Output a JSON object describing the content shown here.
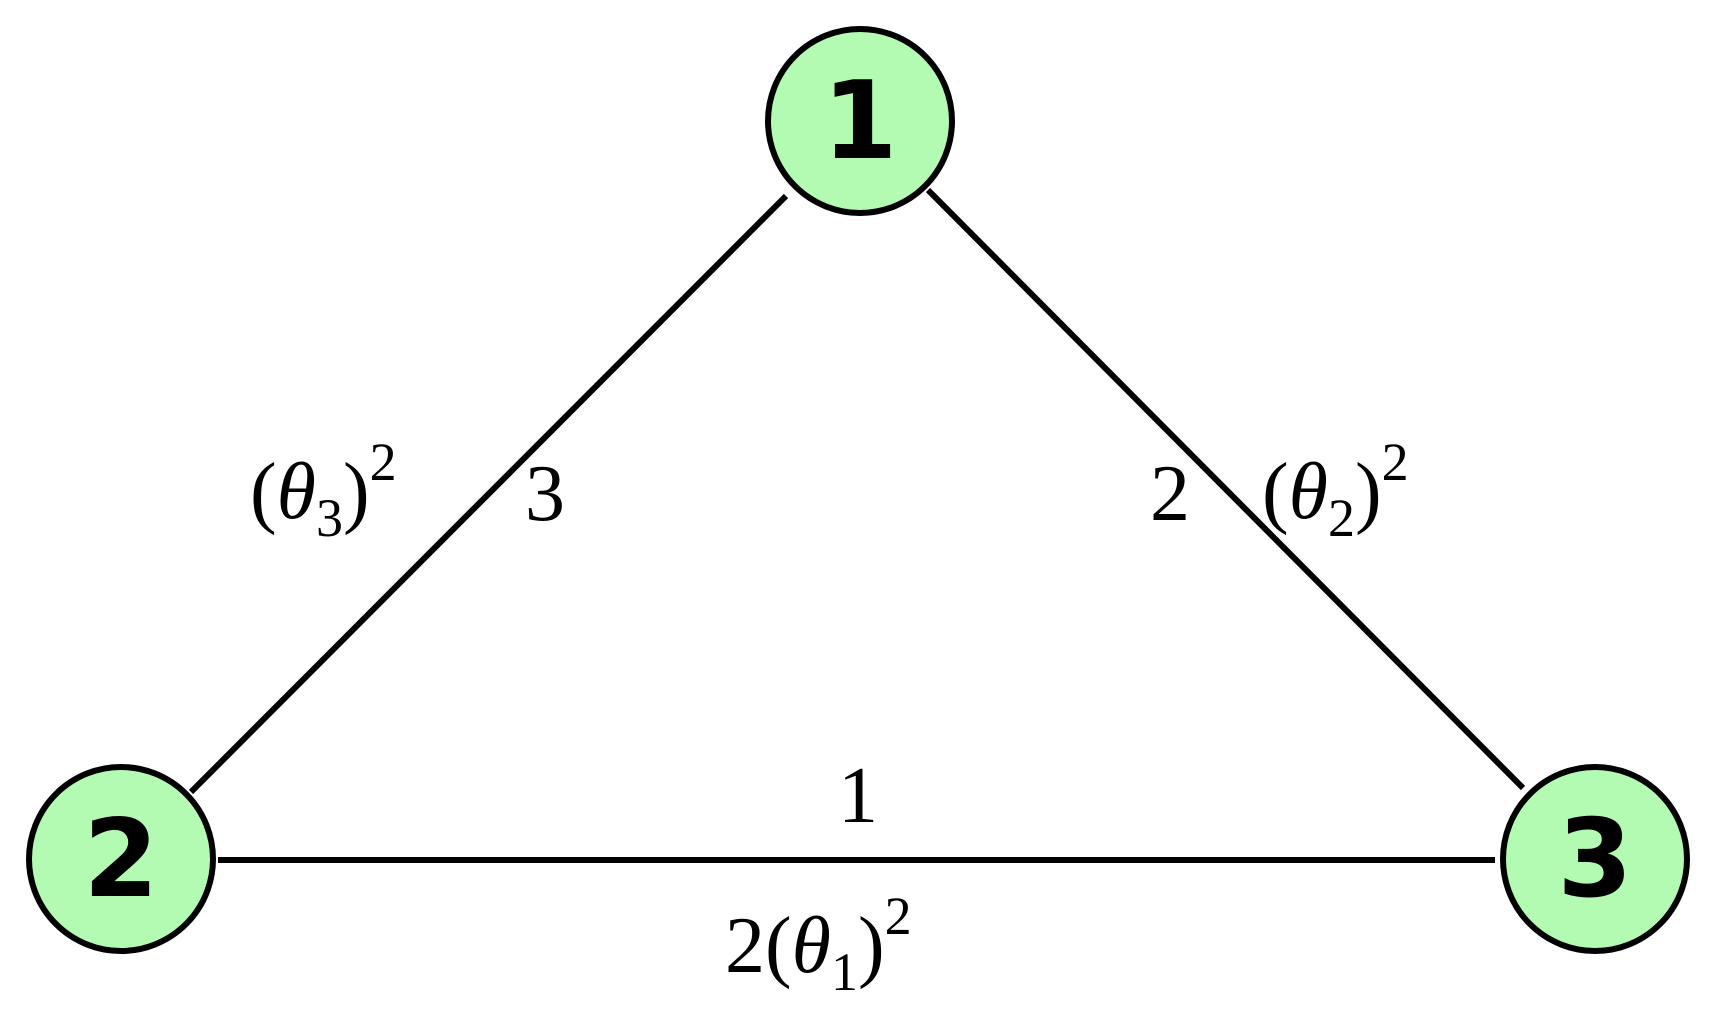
{
  "nodes": [
    {
      "id": "1",
      "label": "1"
    },
    {
      "id": "2",
      "label": "2"
    },
    {
      "id": "3",
      "label": "3"
    }
  ],
  "edges": [
    {
      "from": "2",
      "to": "3",
      "index_label": "1",
      "weight": {
        "coef": "2",
        "open": "(",
        "symbol": "θ",
        "sub": "1",
        "close": ")",
        "sup": "2"
      }
    },
    {
      "from": "1",
      "to": "3",
      "index_label": "2",
      "weight": {
        "coef": "",
        "open": "(",
        "symbol": "θ",
        "sub": "2",
        "close": ")",
        "sup": "2"
      }
    },
    {
      "from": "1",
      "to": "2",
      "index_label": "3",
      "weight": {
        "coef": "",
        "open": "(",
        "symbol": "θ",
        "sub": "3",
        "close": ")",
        "sup": "2"
      }
    }
  ],
  "colors": {
    "node_fill": "#b3fbb3",
    "stroke": "#000000"
  }
}
